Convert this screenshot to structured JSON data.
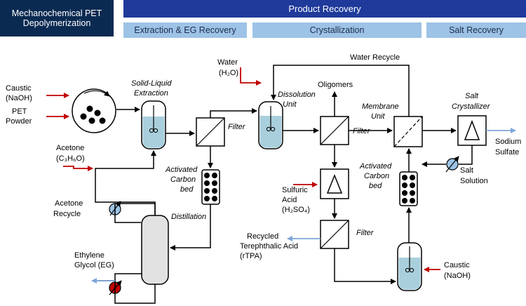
{
  "header": {
    "title_line1": "Mechanochemical PET",
    "title_line2": "Depolymerization",
    "product_recovery": "Product Recovery",
    "extraction": "Extraction & EG Recovery",
    "crystallization": "Crystallization",
    "salt_recovery": "Salt Recovery"
  },
  "inputs": {
    "caustic_1": "Caustic",
    "naoh_1": "(NaOH)",
    "pet_1": "PET",
    "pet_2": "Powder",
    "acetone": "Acetone",
    "acetone_formula": "(C₃H₆O)",
    "water": "Water",
    "water_formula": "(H₂O)",
    "sulfuric_1": "Sulfuric",
    "sulfuric_2": "Acid",
    "sulfuric_formula": "(H₂SO₄)",
    "caustic_2": "Caustic",
    "naoh_2": "(NaOH)"
  },
  "units": {
    "solid_liquid_1": "Solid-Liquid",
    "solid_liquid_2": "Extraction",
    "filter": "Filter",
    "activated_1": "Activated",
    "carbon": "Carbon",
    "bed": "bed",
    "distillation": "Distillation",
    "dissolution_1": "Dissolution",
    "dissolution_2": "Unit",
    "membrane_1": "Membrane",
    "membrane_2": "Unit",
    "salt_cryst_1": "Salt",
    "salt_cryst_2": "Crystallizer"
  },
  "streams": {
    "water_recycle": "Water Recycle",
    "oligomers": "Oligomers",
    "acetone_recycle_1": "Acetone",
    "acetone_recycle_2": "Recycle",
    "ethylene_1": "Ethylene",
    "ethylene_2": "Glycol (EG)",
    "rtpa_1": "Recycled",
    "rtpa_2": "Terephthalic Acid",
    "rtpa_3": "(rTPA)",
    "sodium_1": "Sodium",
    "sodium_2": "Sulfate",
    "salt_solution_1": "Salt",
    "salt_solution_2": "Solution"
  },
  "colors": {
    "dark_navy": "#0b2a52",
    "header_blue": "#1f3a9a",
    "light_blue": "#9dc3e6",
    "feed_red": "#c00000",
    "product_blue": "#7ea6d8",
    "vessel_liquid": "#a9cfdc",
    "exchanger_blue": "#9cc3e5",
    "exchanger_red": "#c00000"
  }
}
